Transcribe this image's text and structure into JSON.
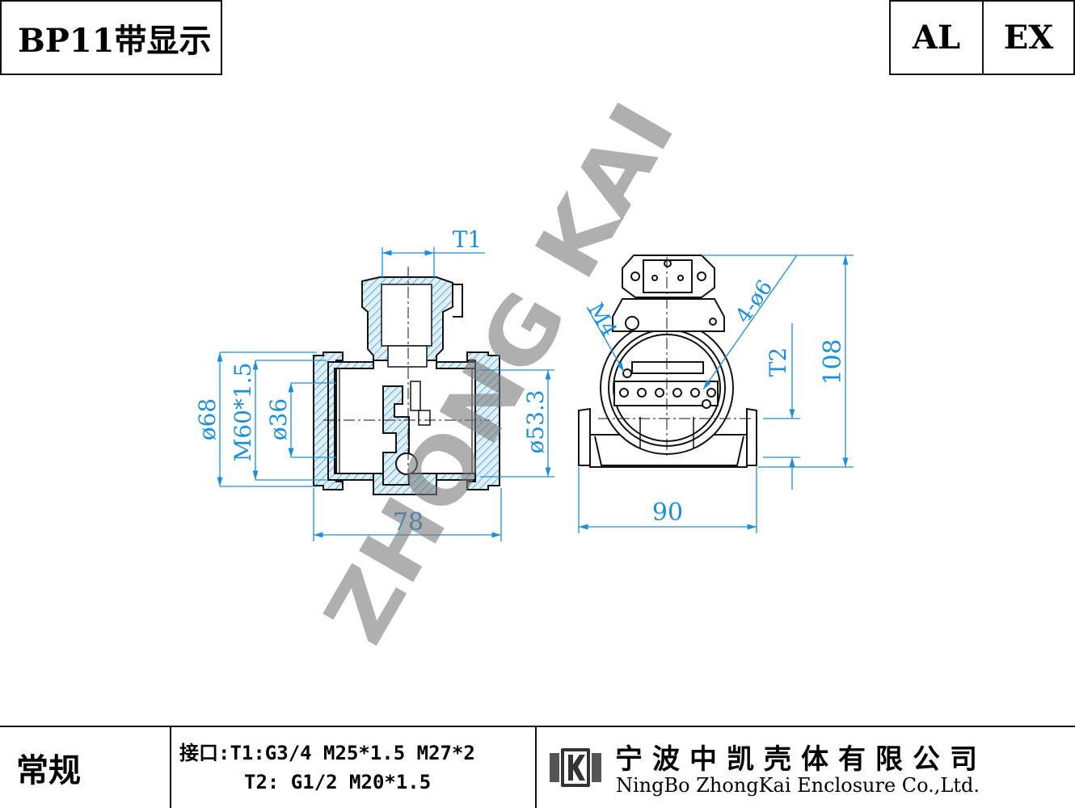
{
  "header": {
    "title": "BP11带显示",
    "tag_al": "AL",
    "tag_ex": "EX"
  },
  "watermark": "ZHONG KAI",
  "dimensions": {
    "t1": "T1",
    "t2": "T2",
    "d68": "ø68",
    "m60": "M60*1.5",
    "d36": "ø36",
    "d53": "ø53.3",
    "w78": "78",
    "w90": "90",
    "h108": "108",
    "m4": "M4",
    "holes": "4-ø6"
  },
  "footer": {
    "category": "常规",
    "spec_line1": "接口:T1:G3/4 M25*1.5 M27*2",
    "spec_line2": "T2: G1/2 M20*1.5",
    "company_cn": "宁波中凯壳体有限公司",
    "company_en": "NingBo ZhongKai Enclosure Co.,Ltd."
  },
  "colors": {
    "dimension": "#1a8fdc",
    "hatch": "#2a8fc4",
    "outline": "#111111",
    "watermark": "#7a7a7a"
  }
}
